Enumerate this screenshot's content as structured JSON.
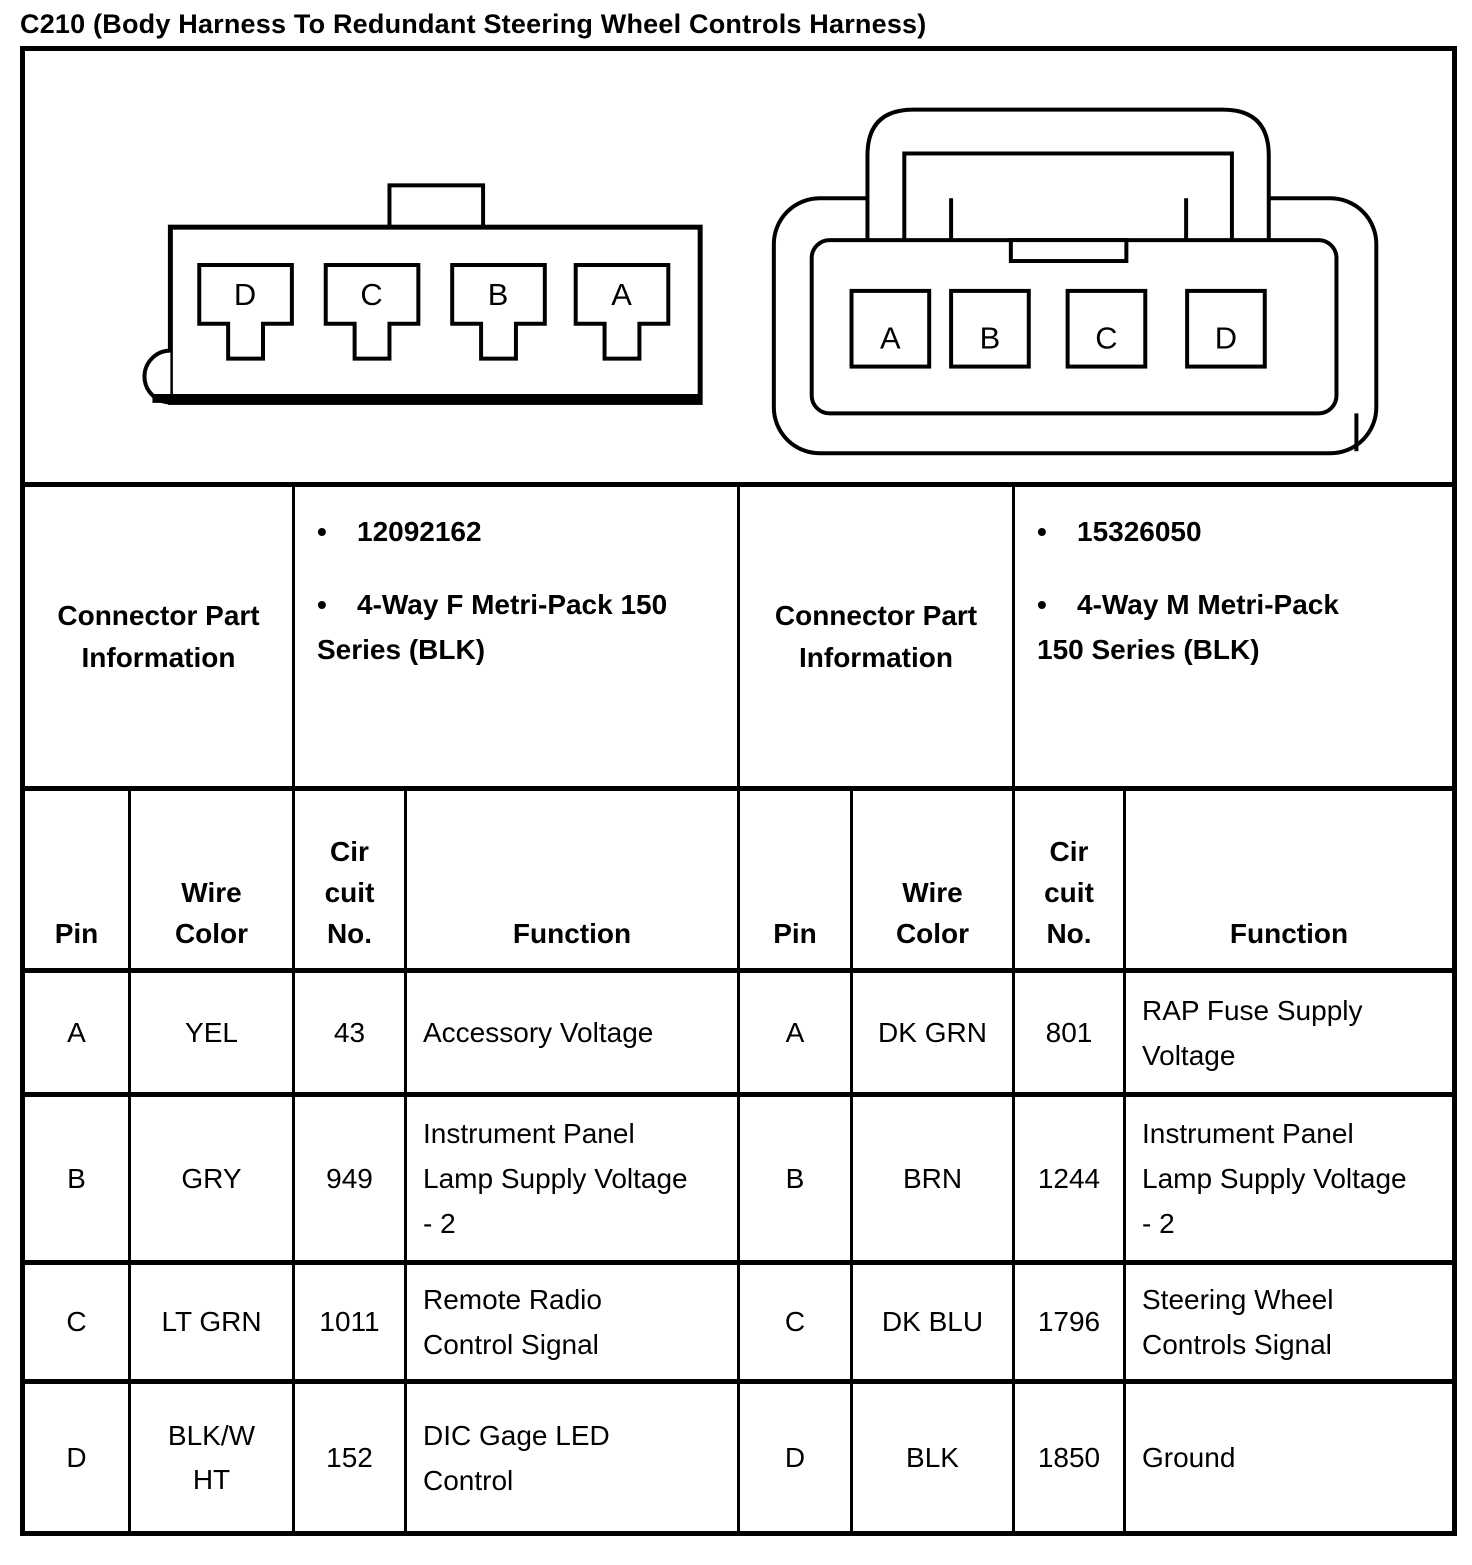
{
  "title": "C210 (Body Harness To Redundant Steering Wheel Controls Harness)",
  "bullet_char": "•",
  "colors": {
    "line": "#000000",
    "background": "#ffffff"
  },
  "connectors": {
    "left": {
      "type": "4-way-female",
      "pins": [
        "D",
        "C",
        "B",
        "A"
      ]
    },
    "right": {
      "type": "4-way-male",
      "pins": [
        "A",
        "B",
        "C",
        "D"
      ]
    }
  },
  "part_info": {
    "left": {
      "label": "Connector Part Information",
      "bullets": [
        "12092162",
        "4-Way F Metri-Pack 150\nSeries (BLK)"
      ]
    },
    "right": {
      "label": "Connector Part Information",
      "bullets": [
        "15326050",
        "4-Way M Metri-Pack\n150 Series (BLK)"
      ]
    }
  },
  "table": {
    "headers": {
      "pin": "Pin",
      "wire_color": "Wire\nColor",
      "circuit_no": "Cir\ncuit\nNo.",
      "function": "Function"
    },
    "left_rows": [
      {
        "pin": "A",
        "wire_color": "YEL",
        "circuit_no": "43",
        "function": "Accessory Voltage"
      },
      {
        "pin": "B",
        "wire_color": "GRY",
        "circuit_no": "949",
        "function": "Instrument Panel\nLamp Supply Voltage\n- 2"
      },
      {
        "pin": "C",
        "wire_color": "LT GRN",
        "circuit_no": "1011",
        "function": "Remote Radio\nControl Signal"
      },
      {
        "pin": "D",
        "wire_color": "BLK/W\nHT",
        "circuit_no": "152",
        "function": "DIC Gage LED\nControl"
      }
    ],
    "right_rows": [
      {
        "pin": "A",
        "wire_color": "DK GRN",
        "circuit_no": "801",
        "function": "RAP Fuse Supply\nVoltage"
      },
      {
        "pin": "B",
        "wire_color": "BRN",
        "circuit_no": "1244",
        "function": "Instrument Panel\nLamp Supply Voltage\n- 2"
      },
      {
        "pin": "C",
        "wire_color": "DK BLU",
        "circuit_no": "1796",
        "function": "Steering Wheel\nControls Signal"
      },
      {
        "pin": "D",
        "wire_color": "BLK",
        "circuit_no": "1850",
        "function": "Ground"
      }
    ]
  }
}
